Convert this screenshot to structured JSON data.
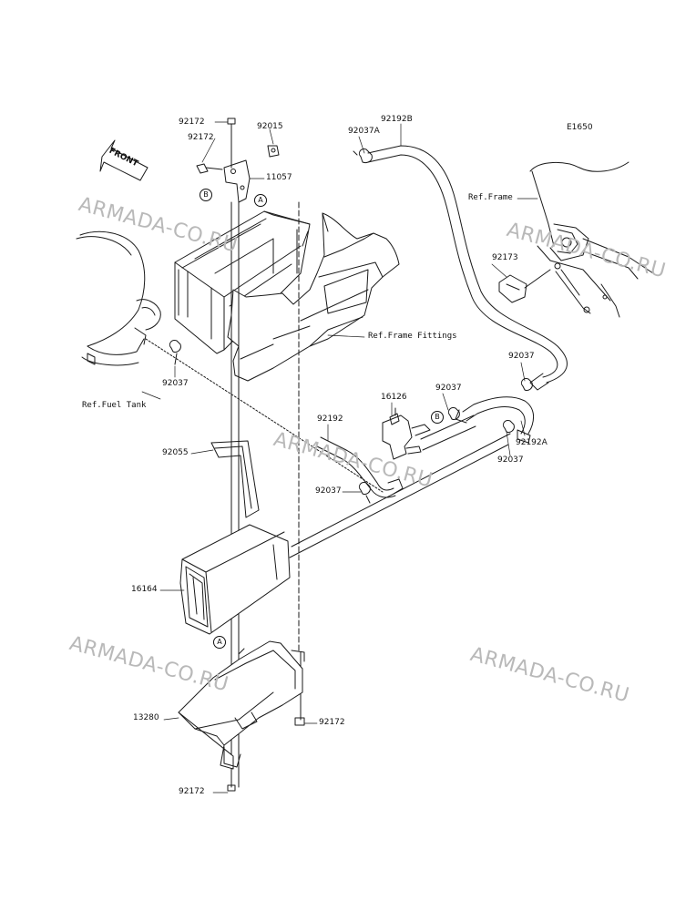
{
  "diagram_code": "E1650",
  "front_label": "FRONT",
  "watermark": "ARMADA-CO.RU",
  "refs": {
    "frame": "Ref.Frame",
    "frame_fittings": "Ref.Frame Fittings",
    "fuel_tank": "Ref.Fuel Tank"
  },
  "markers": {
    "a": "A",
    "b": "B"
  },
  "parts": {
    "p92172_top": "92172",
    "p92172_mid": "92172",
    "p92015": "92015",
    "p11057": "11057",
    "p92192b": "92192B",
    "p92037a": "92037A",
    "p92173": "92173",
    "p92037_left": "92037",
    "p92037_right_top": "92037",
    "p92037_valve": "92037",
    "p92037_right_bottom": "92037",
    "p92037_center": "92037",
    "p16126": "16126",
    "p92192": "92192",
    "p92192a": "92192A",
    "p92055": "92055",
    "p16164": "16164",
    "p13280": "13280",
    "p92172_right": "92172",
    "p92172_bottom": "92172"
  }
}
